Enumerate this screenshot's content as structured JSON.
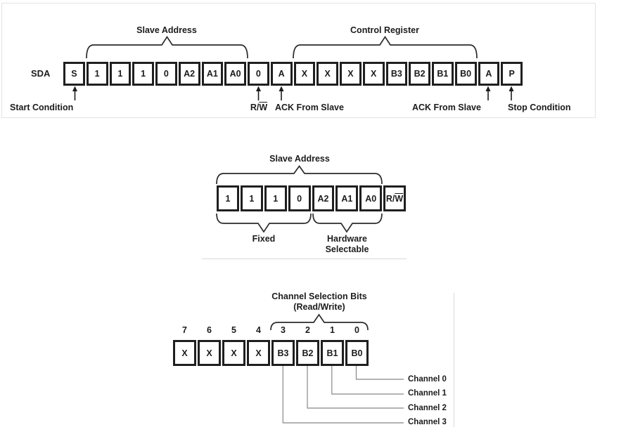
{
  "colors": {
    "ink": "#1c1c1c",
    "box_border": "#1f1f1f",
    "brace": "#2b2b2b",
    "connector": "#888888",
    "faint_rule": "#d9d9d9",
    "background": "#ffffff"
  },
  "top_diagram": {
    "bus_label": "SDA",
    "slave_address_title": "Slave Address",
    "control_register_title": "Control Register",
    "cells": [
      "S",
      "1",
      "1",
      "1",
      "0",
      "A2",
      "A1",
      "A0",
      "0",
      "A",
      "X",
      "X",
      "X",
      "X",
      "B3",
      "B2",
      "B1",
      "B0",
      "A",
      "P"
    ],
    "annotations": {
      "start": "Start Condition",
      "rw_pre": "R/",
      "rw_over": "W",
      "ack1": "ACK From Slave",
      "ack2": "ACK From Slave",
      "stop": "Stop Condition"
    }
  },
  "middle_diagram": {
    "title": "Slave Address",
    "cells": [
      "1",
      "1",
      "1",
      "0",
      "A2",
      "A1",
      "A0"
    ],
    "rw_pre": "R/",
    "rw_over": "W",
    "fixed_label": "Fixed",
    "hardware_label_line1": "Hardware",
    "hardware_label_line2": "Selectable"
  },
  "bottom_diagram": {
    "title_line1": "Channel Selection Bits",
    "title_line2": "(Read/Write)",
    "bit_numbers": [
      "7",
      "6",
      "5",
      "4",
      "3",
      "2",
      "1",
      "0"
    ],
    "cells": [
      "X",
      "X",
      "X",
      "X",
      "B3",
      "B2",
      "B1",
      "B0"
    ],
    "channel_labels": [
      "Channel 0",
      "Channel 1",
      "Channel 2",
      "Channel 3"
    ]
  }
}
